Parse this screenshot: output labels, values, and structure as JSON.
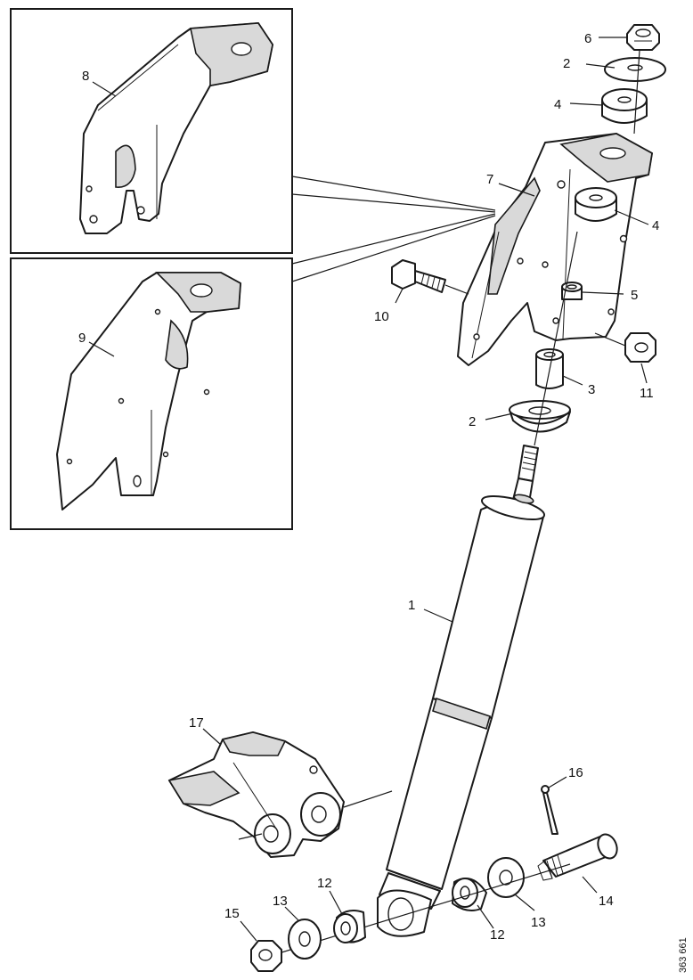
{
  "diagram": {
    "callouts": {
      "c1": "1",
      "c2a": "2",
      "c2b": "2",
      "c3": "3",
      "c4a": "4",
      "c4b": "4",
      "c5": "5",
      "c6": "6",
      "c7": "7",
      "c8": "8",
      "c9": "9",
      "c10": "10",
      "c11": "11",
      "c12a": "12",
      "c12b": "12",
      "c13a": "13",
      "c13b": "13",
      "c14": "14",
      "c15": "15",
      "c16": "16",
      "c17": "17"
    },
    "reference_code": "363 661"
  }
}
